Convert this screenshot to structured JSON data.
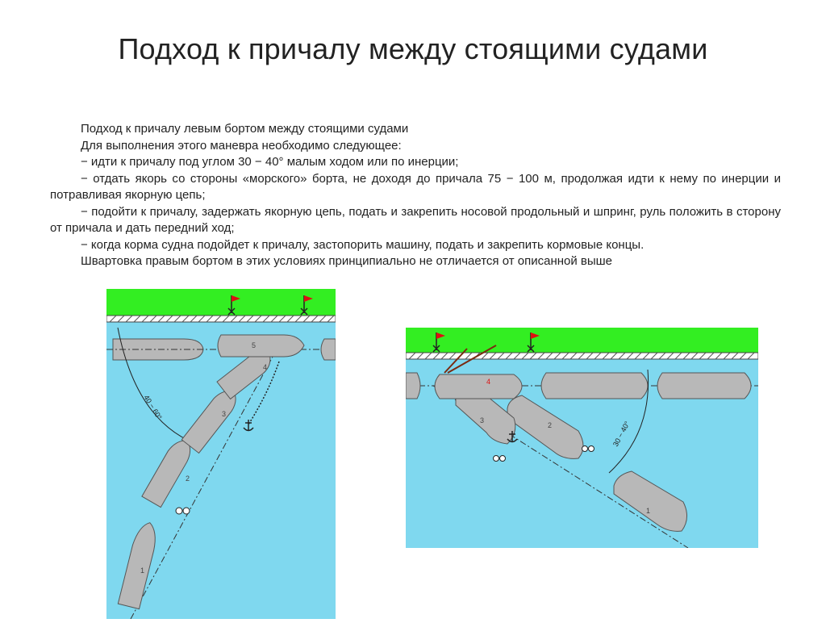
{
  "slide": {
    "title": "Подход к причалу между стоящими судами"
  },
  "text": {
    "lines": [
      "Подход к причалу левым  бортом между стоящими судами",
      "Для выполнения этого маневра необходимо следующее:",
      "−  идти к причалу под углом 30 − 40° малым ходом или по инерции;",
      "−  отдать якорь со стороны «морского» борта, не доходя до причала 75 − 100 м, продолжая идти к нему по инерции и потравливая якорную цепь;",
      "−  подойти  к  причалу,  задержать  якорную  цепь,  подать  и  закрепить  носовой продольный  и шпринг, руль положить в сторону от причала и дать передний ход;",
      "−  когда корма судна подойдет к причалу, застопорить машину, подать и закрепить кормовые концы.",
      "Швартовка правым бортом в этих условиях принципиально не отличается от описанной выше"
    ]
  },
  "diagrams": {
    "left": {
      "angle_label": "40 − 60°",
      "ship_numbers": [
        "1",
        "2",
        "3",
        "4",
        "5"
      ]
    },
    "right": {
      "angle_label": "30 − 40°",
      "ship_numbers": [
        "1",
        "2",
        "3",
        "4"
      ]
    }
  },
  "colors": {
    "water": "#7fd8ef",
    "shore": "#33ee22",
    "ship": "#b8b8b8",
    "flag": "#dd1111"
  }
}
